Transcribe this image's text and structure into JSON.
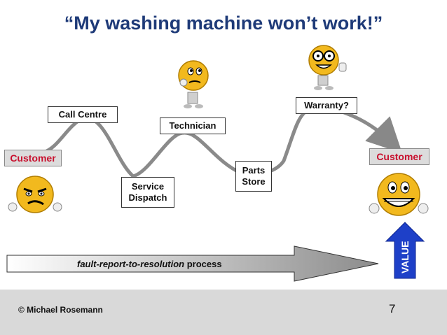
{
  "title": "“My washing machine won’t work!”",
  "steps": {
    "customer_start": "Customer",
    "call_centre": "Call Centre",
    "service_dispatch_line1": "Service",
    "service_dispatch_line2": "Dispatch",
    "technician": "Technician",
    "parts_store_line1": "Parts",
    "parts_store_line2": "Store",
    "warranty": "Warranty?",
    "customer_end": "Customer"
  },
  "process_arrow": {
    "italic_text": "fault-report-to-resolution",
    "plain_text": " process"
  },
  "value_arrow": {
    "label": "VALUE"
  },
  "footer": {
    "copyright": "© Michael Rosemann",
    "page_number": "7"
  },
  "colors": {
    "title": "#1e3a78",
    "customer_text": "#c8102e",
    "flow_line": "#888888",
    "value_arrow": "#1e40c8",
    "footer_bg": "#d9d9d9"
  },
  "faces": {
    "start_customer": "angry-face-icon",
    "technician": "thinking-face-icon",
    "warranty": "nerd-thumbs-up-face-icon",
    "end_customer": "happy-face-icon"
  }
}
